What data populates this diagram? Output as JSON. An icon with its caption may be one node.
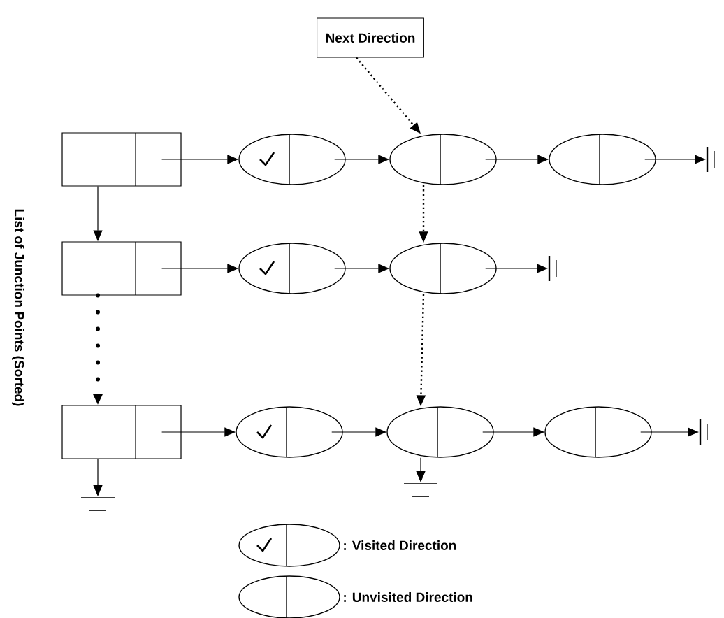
{
  "diagram": {
    "nodes": [
      {
        "text": [
          "Next Direction"
        ]
      },
      {
        "text": [],
        "shape": "box"
      },
      {
        "text": [],
        "shape": "ellipse"
      },
      {
        "text": [],
        "shape": "ellipse"
      },
      {
        "text": [],
        "shape": "ellipse"
      },
      {
        "text": [],
        "shape": "box"
      },
      {
        "text": [],
        "shape": "ellipse"
      },
      {
        "text": [],
        "shape": "ellipse"
      },
      {
        "text": [],
        "shape": "box"
      },
      {
        "text": [],
        "shape": "ellipse"
      },
      {
        "text": [],
        "shape": "ellipse"
      },
      {
        "text": [],
        "shape": "ellipse"
      }
    ],
    "edges": [
      {
        "from": 0,
        "to": 3,
        "arrow": "to",
        "style": "dashed"
      },
      {
        "from": 1,
        "to": 2,
        "arrow": "to"
      },
      {
        "from": 2,
        "to": 3,
        "arrow": "to"
      },
      {
        "from": 3,
        "to": 4,
        "arrow": "to"
      },
      {
        "from": 4,
        "to": null,
        "arrow": "to"
      },
      {
        "from": 1,
        "to": 5,
        "arrow": "to"
      },
      {
        "from": 5,
        "to": 6,
        "arrow": "to"
      },
      {
        "from": 6,
        "to": 7,
        "arrow": "to"
      },
      {
        "from": 7,
        "to": null,
        "arrow": "to"
      },
      {
        "from": 3,
        "to": 7,
        "arrow": "to",
        "style": "dashed"
      },
      {
        "from": 5,
        "to": 8,
        "arrow": "to",
        "style": "dashed"
      },
      {
        "from": 7,
        "to": 10,
        "arrow": "to",
        "style": "dashed"
      },
      {
        "from": 8,
        "to": 9,
        "arrow": "to"
      },
      {
        "from": 9,
        "to": 10,
        "arrow": "to"
      },
      {
        "from": 10,
        "to": 11,
        "arrow": "to"
      },
      {
        "from": 11,
        "to": null,
        "arrow": "to"
      },
      {
        "from": 8,
        "to": null,
        "arrow": "to"
      },
      {
        "from": 10,
        "to": null,
        "arrow": "to"
      }
    ],
    "labels": [
      "List of Junction Points (Sorted)"
    ],
    "legend": [
      {
        "text": ": Visited Direction"
      },
      {
        "text": ": Unvisited Direction"
      }
    ]
  }
}
